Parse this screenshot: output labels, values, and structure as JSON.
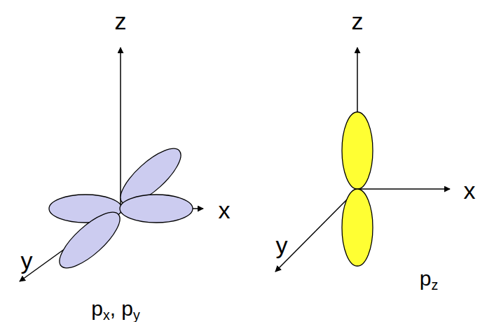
{
  "diagram": {
    "labels": [
      "z",
      "x",
      "y",
      "px, py",
      "z",
      "x",
      "y",
      "pz"
    ]
  }
}
